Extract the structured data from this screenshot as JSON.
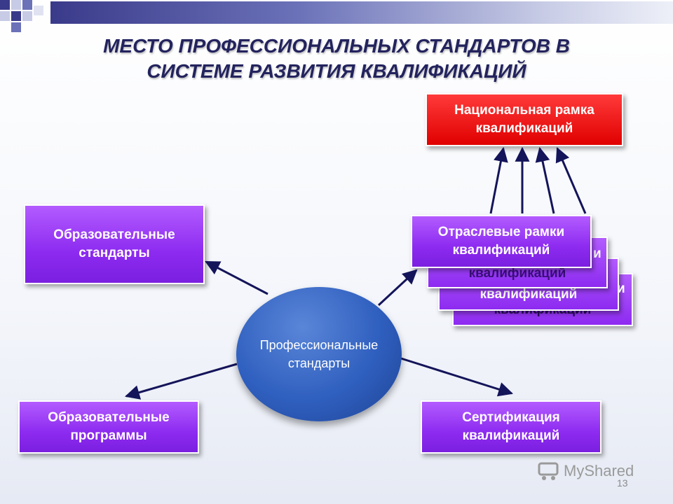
{
  "title": {
    "line1": "МЕСТО ПРОФЕССИОНАЛЬНЫХ СТАНДАРТОВ В",
    "line2": "СИСТЕМЕ РАЗВИТИЯ КВАЛИФИКАЦИЙ"
  },
  "nodes": {
    "national_framework": {
      "line1": "Национальная рамка",
      "line2": "квалификаций"
    },
    "educational_standards": {
      "line1": "Образовательные",
      "line2": "стандарты"
    },
    "industry_frameworks": {
      "line1": "Отраслевые рамки",
      "line2": "квалификаций"
    },
    "stack_fragments": {
      "suffix1": "и",
      "line2": "квалификаций",
      "suffix2": "и"
    },
    "professional_standards": {
      "line1": "Профессиональные",
      "line2": "стандарты"
    },
    "educational_programs": {
      "line1": "Образовательные",
      "line2": "программы"
    },
    "certification": {
      "line1": "Сертификация",
      "line2": "квалификаций"
    }
  },
  "watermark": {
    "text": "MyShared"
  },
  "page_number": "13",
  "colors": {
    "title": "#23235e",
    "purple_box": "#8d2bf0",
    "red_box": "#e00000",
    "ellipse": "#2f5fbf",
    "arrow": "#14145a"
  }
}
